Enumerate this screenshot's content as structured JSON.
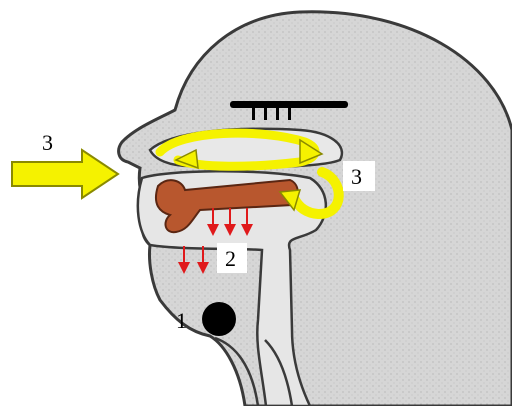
{
  "diagram": {
    "labels": {
      "throat_mass": "1",
      "downward_arrows": "2",
      "nasal_inlet": "3",
      "nasal_outlet": "3"
    },
    "colors": {
      "skin_fill": "#d6d6d6",
      "outline": "#3a3a3a",
      "airflow": "#f5f200",
      "airflow_outline": "#8a8a00",
      "tongue": "#b8572e",
      "down_arrows": "#e0191b",
      "mass": "#000000",
      "label_box": "#ffffff"
    },
    "icons": {
      "airflow_entry": "yellow-arrow-right-icon",
      "nasal_flow": "yellow-curved-arrow-icon",
      "down_flow": "red-arrow-down-icon",
      "mass": "black-circle-icon",
      "palate_marker": "black-bar-icon"
    }
  }
}
